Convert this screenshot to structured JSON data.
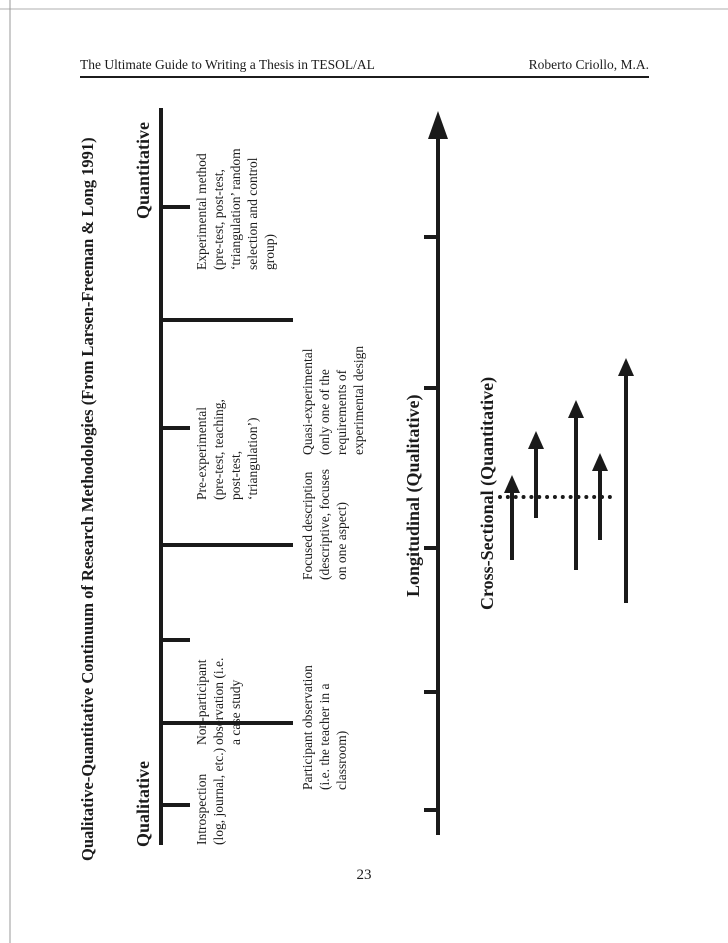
{
  "page": {
    "header_left": "The Ultimate Guide to Writing a Thesis in TESOL/AL",
    "header_right": "Roberto Criollo, M.A.",
    "page_number": "23"
  },
  "figure": {
    "title": "Qualitative-Quantitative Continuum of Research Methodologies (From Larsen-Freeman & Long 1991)",
    "continuum": {
      "left_pole": "Qualitative",
      "right_pole": "Quantitative",
      "methods_upper_row": [
        {
          "label": "Introspection\n(log, journal, etc.)"
        },
        {
          "label": "Non-participant\nobservation (i.e.\na case study"
        },
        {
          "label": "Pre-experimental\n(pre-test, teaching,\npost-test,\n‘triangulation’)"
        },
        {
          "label": "Experimental method\n(pre-test, post-test,\n‘triangulation’ random\nselection and control\ngroup)"
        }
      ],
      "methods_lower_row": [
        {
          "label": "Participant observation\n(i.e. the teacher in a\nclassroom)"
        },
        {
          "label": "Focused description\n(descriptive, focuses\non one aspect)"
        },
        {
          "label": "Quasi-experimental\n(only one of the\nrequirements of\nexperimental design"
        }
      ]
    },
    "time_axis": {
      "above_label": "Longitudinal (Qualitative)",
      "below_label": "Cross-Sectional (Quantitative)"
    }
  }
}
